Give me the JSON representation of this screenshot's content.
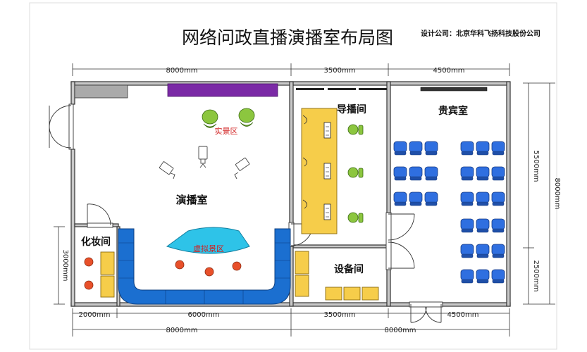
{
  "title": "网络问政直播演播室布局图",
  "designer": "设计公司：北京华科飞扬科技股份公司",
  "dimensions": {
    "top": [
      "8000mm",
      "3500mm",
      "4500mm"
    ],
    "bottom_row1": [
      "2000mm",
      "6000mm",
      "3500mm",
      "4500mm"
    ],
    "bottom_row2": [
      "8000mm",
      "8000mm"
    ],
    "right_outer": "8000mm",
    "right_inner_top": "5500mm",
    "right_inner_bottom": "2500mm",
    "left": "3000mm"
  },
  "rooms": {
    "studio": "演播室",
    "control": "导播间",
    "vip": "贵宾室",
    "makeup": "化妆间",
    "equipment": "设备间"
  },
  "zones": {
    "real_scene": "实景区",
    "virtual_scene": "虚拟景区"
  },
  "colors": {
    "wall": "#c8c8c8",
    "purple_screen": "#7b2aa6",
    "blue_screen": "#1b6fd0",
    "cyan_stage": "#2ec3e8",
    "yellow_desk": "#f6cd4a",
    "green_chair": "#8cc63f",
    "vip_chair": "#2f6fe0",
    "stool": "#e8502a"
  }
}
